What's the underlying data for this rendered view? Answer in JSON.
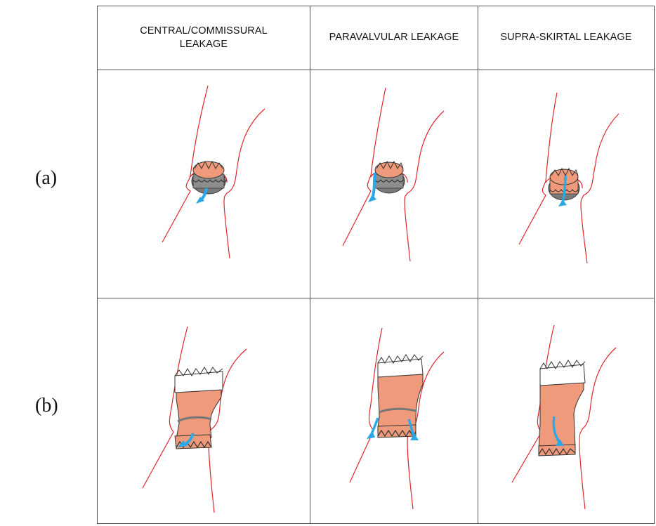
{
  "columns": [
    {
      "line1": "CENTRAL/COMMISSURAL",
      "line2": "LEAKAGE"
    },
    {
      "line1": "PARAVALVULAR LEAKAGE",
      "line2": ""
    },
    {
      "line1": "SUPRA-SKIRTAL LEAKAGE",
      "line2": ""
    }
  ],
  "rows": [
    {
      "label": "(a)"
    },
    {
      "label": "(b)"
    }
  ],
  "colors": {
    "vessel": "#e0262a",
    "valve_fill": "#ef9a7a",
    "skirt_fill": "#8a8a8a",
    "jet": "#2aa8e8",
    "grid": "#555555"
  },
  "icons": [
    "aortic-root-outline",
    "valve-stent",
    "leak-jet-arrow"
  ]
}
